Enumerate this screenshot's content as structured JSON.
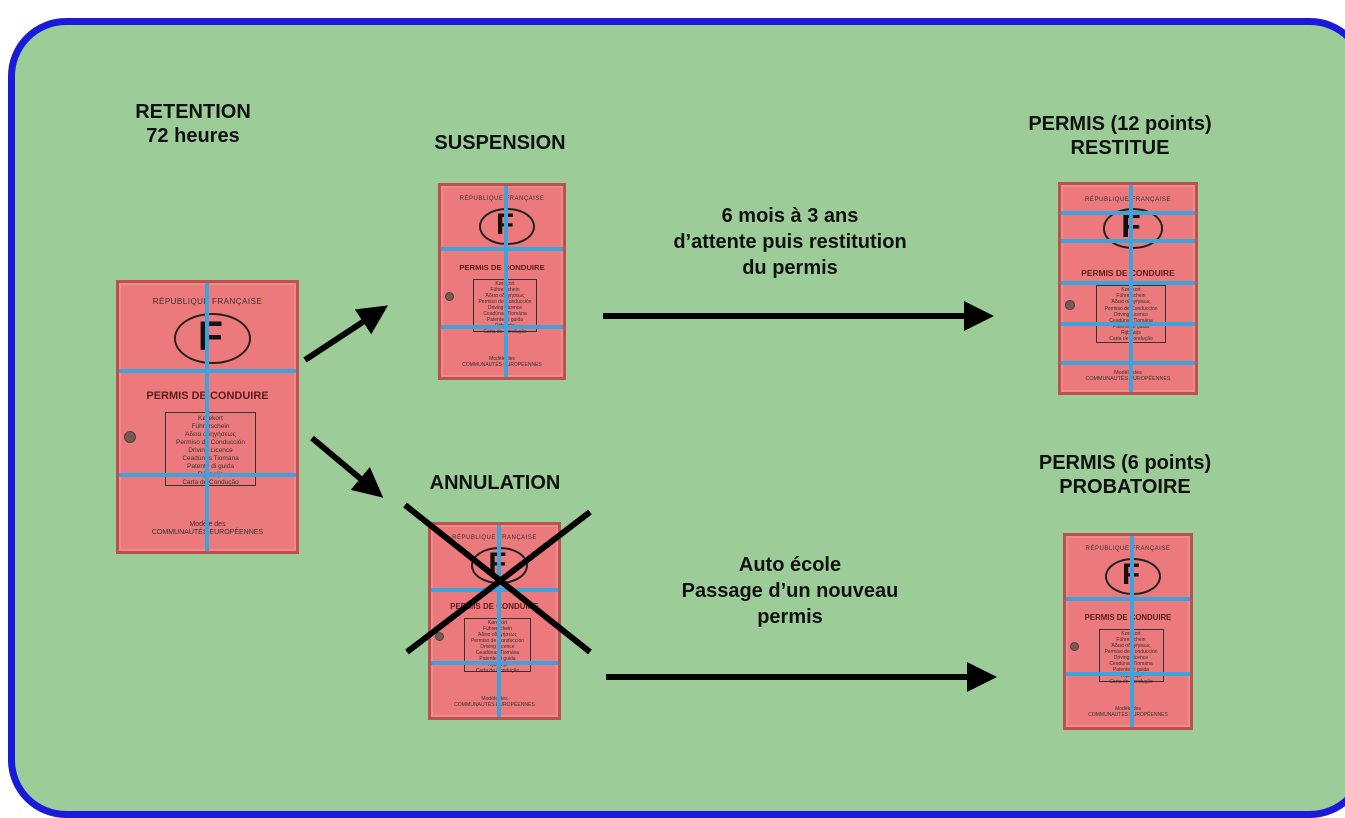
{
  "labels": {
    "retention": [
      "RETENTION",
      "72 heures"
    ],
    "suspension": [
      "SUSPENSION"
    ],
    "permis12": [
      "PERMIS (12 points)",
      "RESTITUE"
    ],
    "annulation": [
      "ANNULATION"
    ],
    "permis6": [
      "PERMIS (6 points)",
      "PROBATOIRE"
    ],
    "suspension_text": [
      "6 mois à 3 ans",
      "d’attente puis restitution",
      "du permis"
    ],
    "annulation_text": [
      "Auto école",
      "Passage d’un nouveau",
      "permis"
    ]
  },
  "card": {
    "republique": "RÉPUBLIQUE FRANÇAISE",
    "letter": "F",
    "title": "PERMIS DE CONDUIRE",
    "languages": [
      "Kørekort",
      "Führerschein",
      "Άδεια οδηγήσεως",
      "Permiso de Conducción",
      "Driving Licence",
      "Ceadúnas Tiomána",
      "Patente di guida",
      "Rijbewijs",
      "Carta de Condução"
    ],
    "footer": [
      "Modèle des",
      "COMMUNAUTÉS EUROPÉENNES"
    ]
  },
  "colors": {
    "background": "#9ccc98",
    "border": "#1a1adb",
    "card": "#ec7a7c",
    "cutLines": "#3ea3dc",
    "arrows": "#000000"
  }
}
